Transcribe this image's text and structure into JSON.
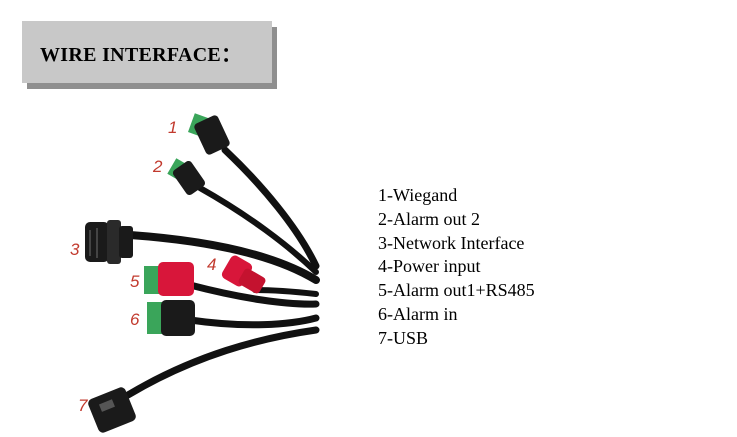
{
  "title": "WIRE INTERFACE：",
  "labels": [
    "1",
    "2",
    "3",
    "4",
    "5",
    "6",
    "7"
  ],
  "legend": [
    "1-Wiegand",
    "2-Alarm out 2",
    "3-Network Interface",
    "4-Power input",
    "5-Alarm out1+RS485",
    "6-Alarm in",
    "7-USB"
  ],
  "colors": {
    "title_box": "#c8c8c8",
    "title_shadow": "#8f8f8f",
    "cable": "#111111",
    "terminal_green": "#3aa55a",
    "connector_red": "#d8163a",
    "label_red": "#c23a2e"
  }
}
